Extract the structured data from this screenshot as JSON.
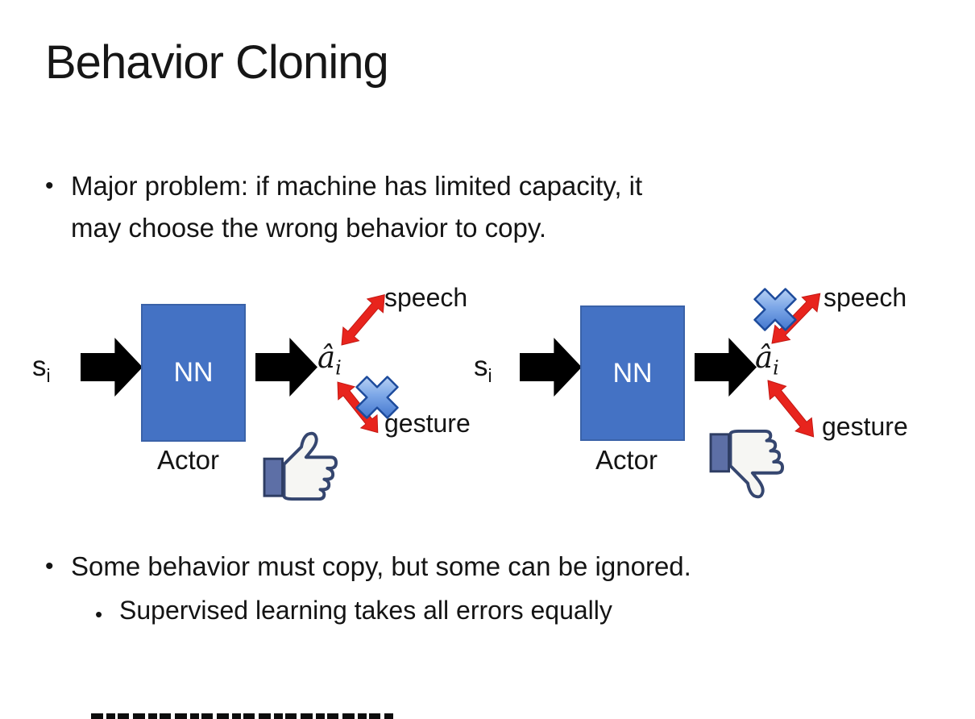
{
  "slide": {
    "title": "Behavior Cloning",
    "bullet_glyph": "•",
    "bullet1": {
      "line1": "Major problem: if machine has limited capacity, it",
      "line2": "may choose the wrong behavior to copy."
    },
    "bullet2": "Some behavior must copy, but some can be ignored.",
    "sub_bullet": "Supervised learning takes all errors equally"
  },
  "diagram": {
    "state": {
      "base": "s",
      "sub": "i"
    },
    "action": {
      "base": "â",
      "sub": "i"
    },
    "nn": "NN",
    "actor": "Actor",
    "speech": "speech",
    "gesture": "gesture"
  },
  "icons": {
    "block_arrow": "black-right-block-arrow",
    "red_double_arrow": "red-double-headed-arrow",
    "cross_out": "blue-x-cross-out",
    "thumbs_up": "facebook-style-thumbs-up",
    "thumbs_down": "facebook-style-thumbs-down"
  },
  "colors": {
    "nn_fill": "#4472C4",
    "nn_border": "#3A62A8",
    "arrow_black": "#000000",
    "arrow_red": "#E8241D",
    "x_blue_dark": "#2B62C4",
    "x_blue_light": "#D9E9FB",
    "thumb_outline": "#35466F",
    "thumb_cuff": "#5D6FA6",
    "thumb_hand": "#F6F6F3"
  }
}
